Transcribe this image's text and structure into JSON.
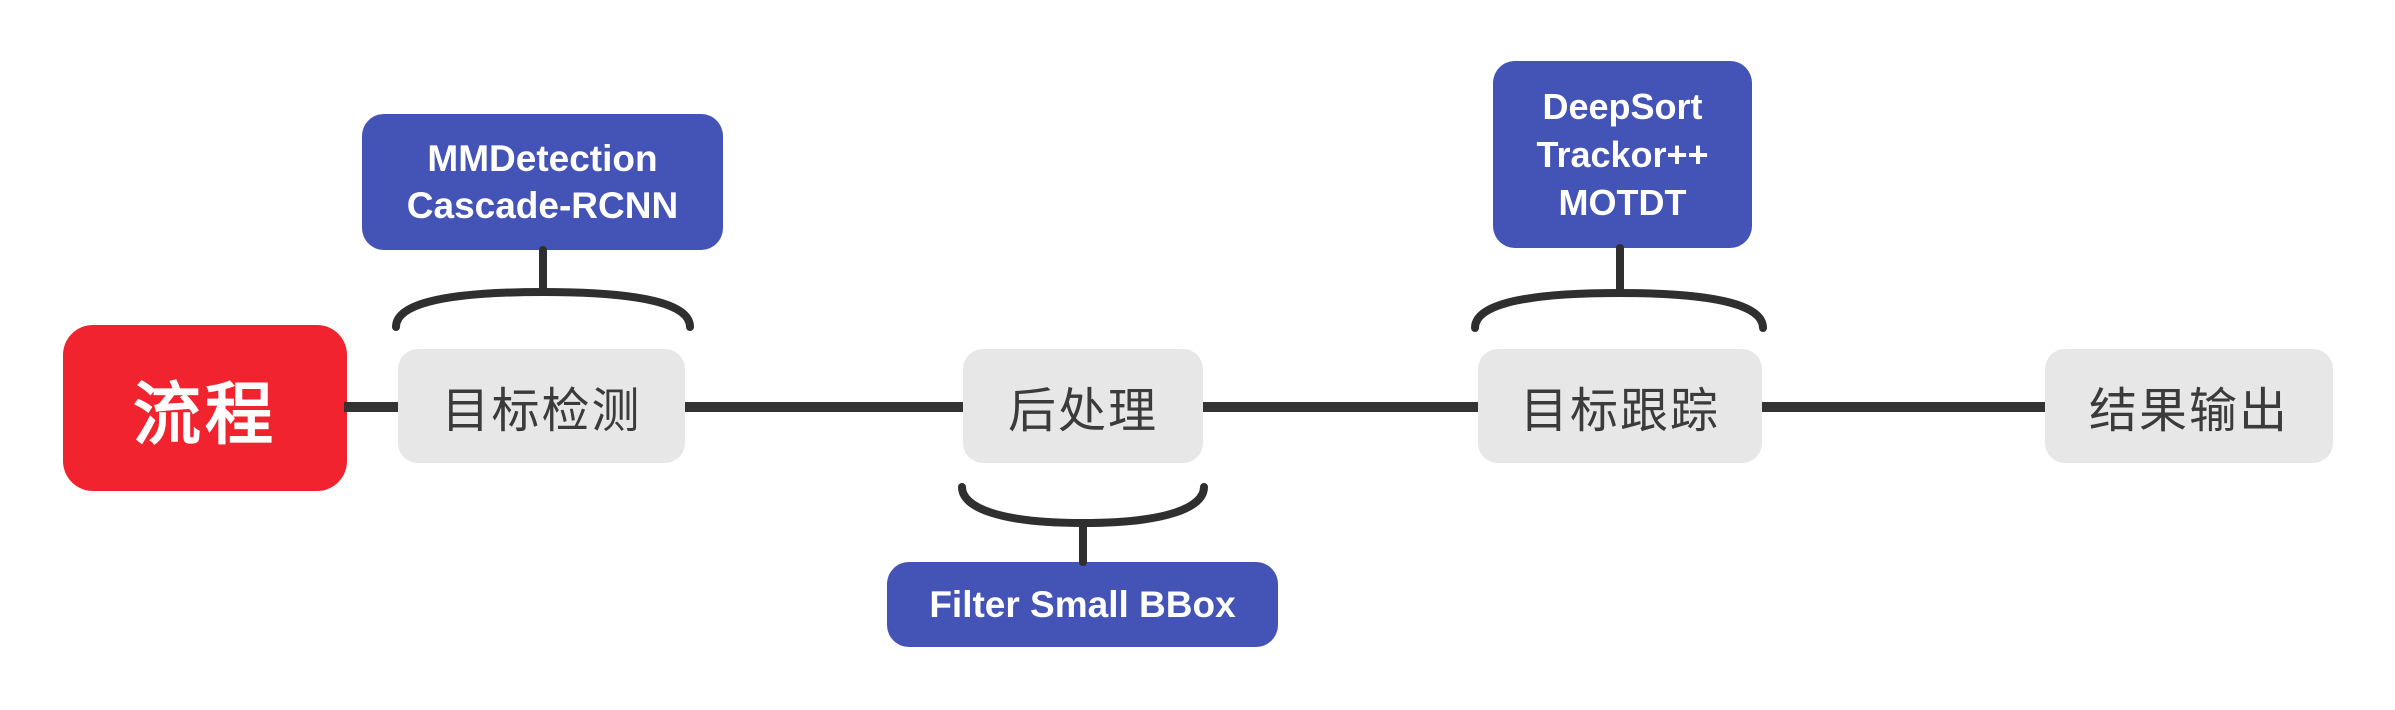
{
  "diagram": {
    "type": "pipeline-mindmap",
    "root": {
      "label": "流程"
    },
    "pipeline": [
      {
        "label": "目标检测"
      },
      {
        "label": "后处理"
      },
      {
        "label": "目标跟踪"
      },
      {
        "label": "结果输出"
      }
    ],
    "annotations": {
      "detection": {
        "target": "目标检测",
        "placement": "above",
        "lines": [
          "MMDetection",
          "Cascade-RCNN"
        ]
      },
      "postprocess": {
        "target": "后处理",
        "placement": "below",
        "lines": [
          "Filter Small BBox"
        ]
      },
      "tracking": {
        "target": "目标跟踪",
        "placement": "above",
        "lines": [
          "DeepSort",
          "Trackor++",
          "MOTDT"
        ]
      }
    },
    "colors": {
      "root_bg": "#f1232e",
      "root_text": "#ffffff",
      "annotation_bg": "#4453b6",
      "annotation_text": "#ffffff",
      "node_bg": "#e7e7e7",
      "node_text": "#3b3b3b",
      "connector": "#333333",
      "background": "#ffffff"
    }
  }
}
